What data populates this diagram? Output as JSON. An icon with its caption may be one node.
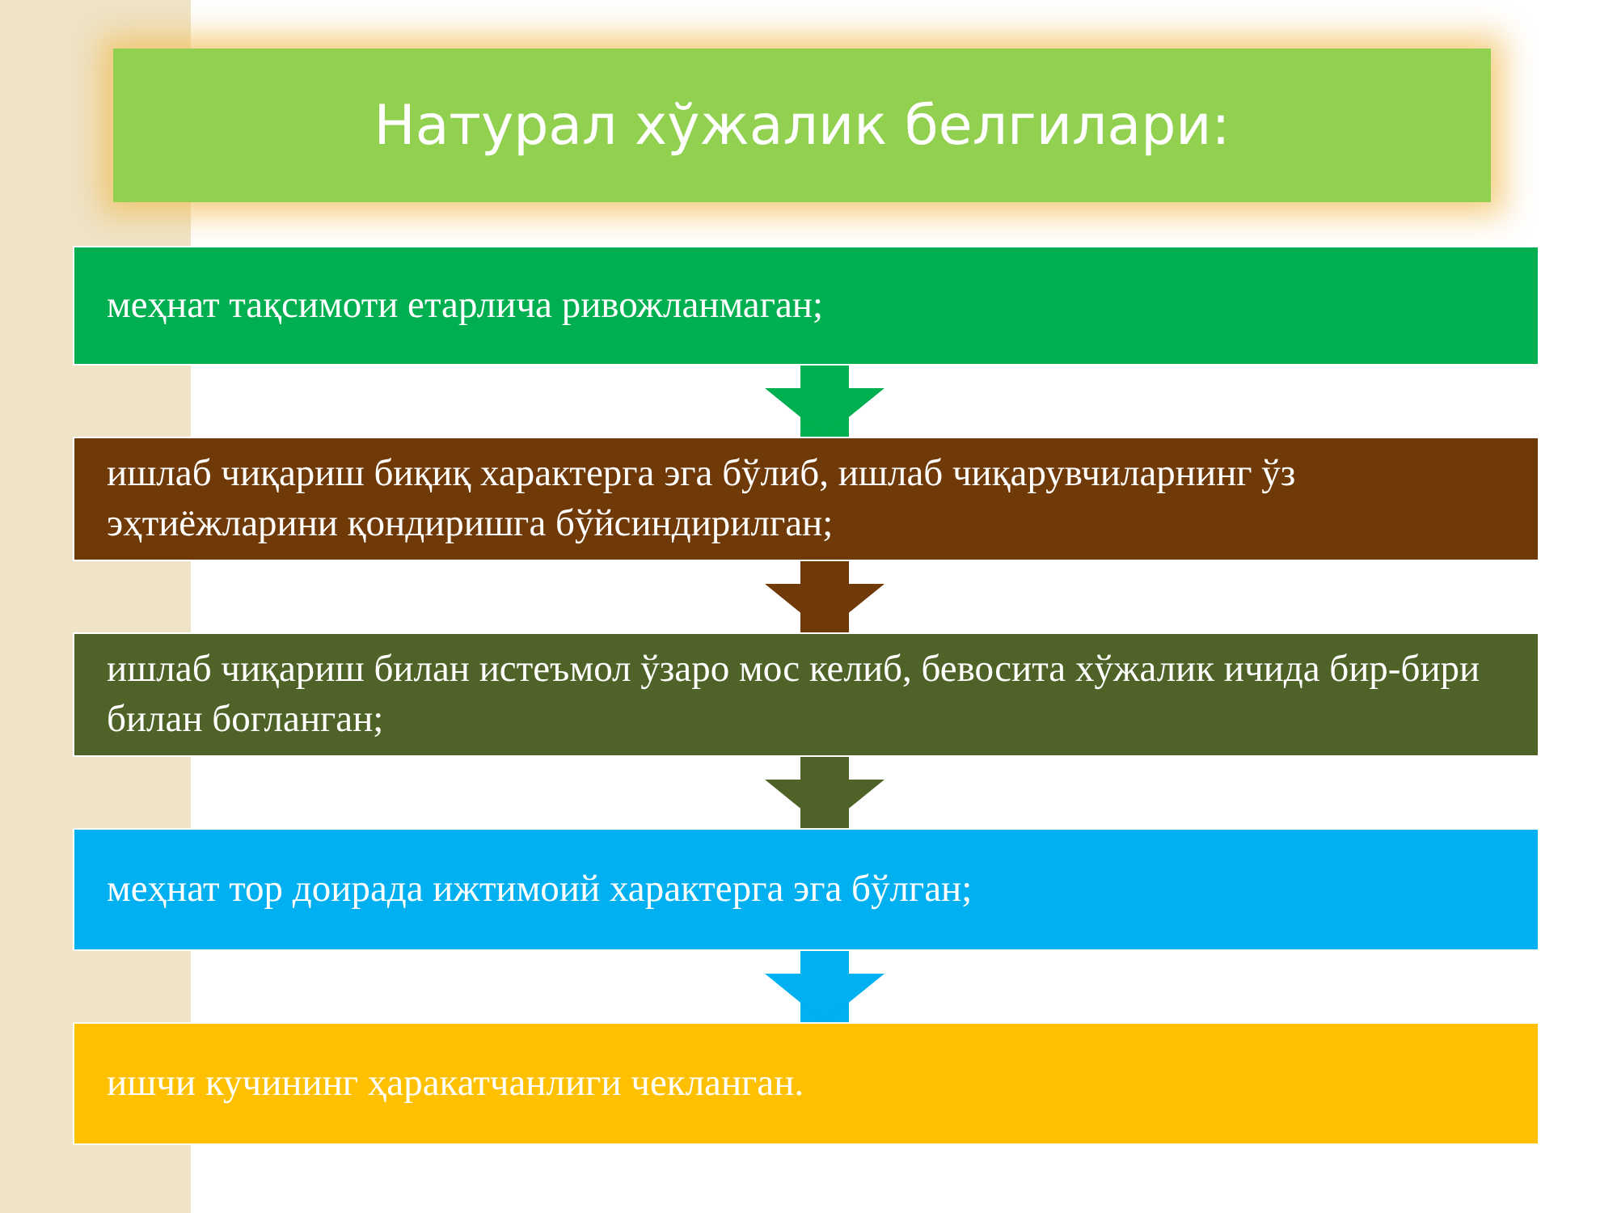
{
  "diagram": {
    "title": "Натурал хўжалик белгилари:",
    "nodes": [
      {
        "text": [
          "меҳнат тақсимоти етарлича ривожланмаган;"
        ]
      },
      {
        "text": [
          "ишлаб чиқариш биқиқ характерга эга бўлиб, ишлаб чиқарувчиларнинг ўз эҳтиёжларини қондиришга бўйсиндирилган;"
        ]
      },
      {
        "text": [
          "ишлаб чиқариш билан истеъмол ўзаро мос келиб, бевосита хўжалик ичида бир-бири билан богланган;"
        ]
      },
      {
        "text": [
          "меҳнат тор доирада ижтимоий характерга эга бўлган;"
        ]
      },
      {
        "text": [
          "ишчи кучининг ҳаракатчанлиги чекланган."
        ]
      }
    ],
    "edges": [
      {
        "from": 0,
        "to": 1,
        "arrow": "to",
        "color": "#00b050"
      },
      {
        "from": 1,
        "to": 2,
        "arrow": "to",
        "color": "#6f3a08"
      },
      {
        "from": 2,
        "to": 3,
        "arrow": "to",
        "color": "#4f6228"
      },
      {
        "from": 3,
        "to": 4,
        "arrow": "to",
        "color": "#00b0f0"
      }
    ]
  }
}
